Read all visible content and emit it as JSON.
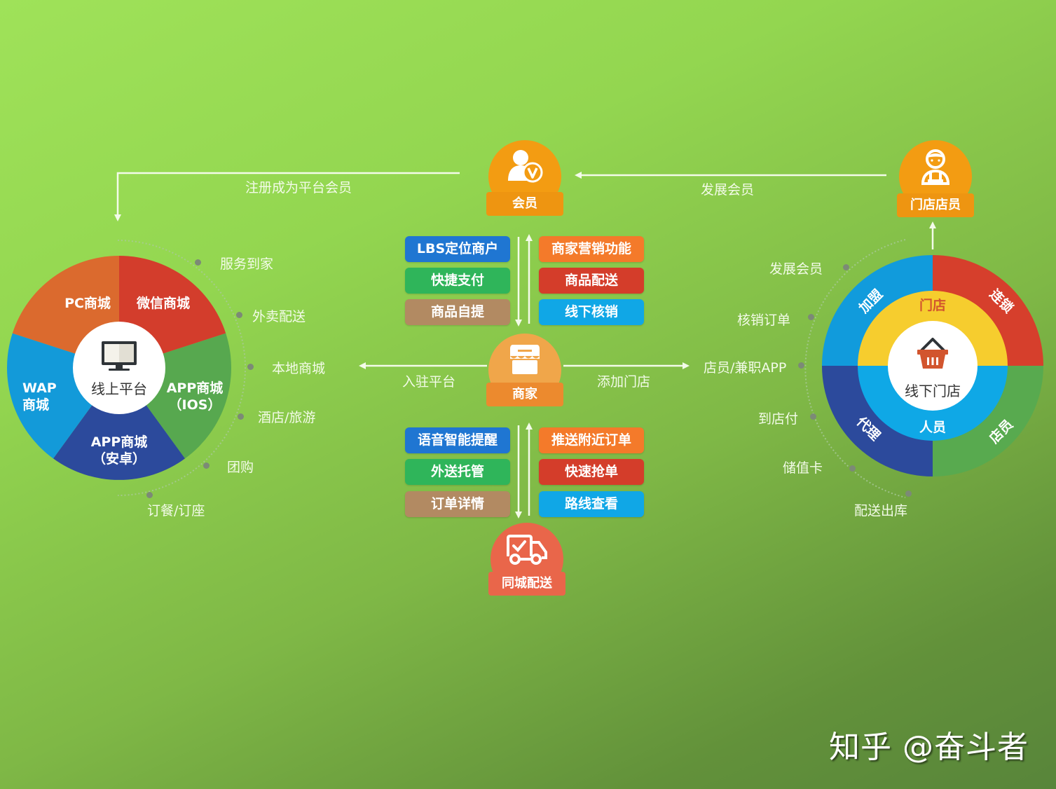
{
  "colors": {
    "background_start": "#9fe259",
    "background_end": "#58853a",
    "node_orange": "#f39c12",
    "node_orange_plate": "#ee9511",
    "merchant_dome": "#f0a64a",
    "merchant_plate": "#ec8a2e",
    "delivery_red": "#e9664a",
    "pill_blue": "#1f76d2",
    "pill_green": "#2fb55a",
    "pill_tan": "#b28a62",
    "pill_orange": "#f47a2a",
    "pill_red": "#d43d2a",
    "pill_cyan": "#10a7e6"
  },
  "nodes": {
    "member": {
      "label": "会员",
      "icon": "member-vip-icon"
    },
    "store_clerk": {
      "label": "门店店员",
      "icon": "clerk-person-icon"
    },
    "merchant": {
      "label": "商家",
      "icon": "storefront-icon"
    },
    "delivery": {
      "label": "同城配送",
      "icon": "delivery-truck-icon"
    }
  },
  "arrows": {
    "register": "注册成为平台会员",
    "develop_member_top": "发展会员",
    "join_platform": "入驻平台",
    "add_store": "添加门店"
  },
  "upper_features": {
    "left": [
      "LBS定位商户",
      "快捷支付",
      "商品自提"
    ],
    "right": [
      "商家营销功能",
      "商品配送",
      "线下核销"
    ]
  },
  "lower_features": {
    "left": [
      "语音智能提醒",
      "外送托管",
      "订单详情"
    ],
    "right": [
      "推送附近订单",
      "快速抢单",
      "路线查看"
    ]
  },
  "online_wheel": {
    "center": "线上平台",
    "center_icon": "monitor-icon",
    "segments": [
      {
        "label": "PC商城",
        "color": "#db6a2e"
      },
      {
        "label": "微信商城",
        "color": "#d33d2c"
      },
      {
        "label": "APP商城",
        "sub": "（IOS）",
        "color": "#57a84f"
      },
      {
        "label": "APP商城",
        "sub": "（安卓）",
        "color": "#2c4a9c"
      },
      {
        "label": "WAP",
        "sub": "商城",
        "color": "#139ad9"
      }
    ],
    "services": [
      "服务到家",
      "外卖配送",
      "本地商城",
      "酒店/旅游",
      "团购",
      "订餐/订座"
    ]
  },
  "offline_wheel": {
    "center": "线下门店",
    "center_icon": "shopping-basket-icon",
    "inner": [
      {
        "label": "门店",
        "color": "#f6cd2e"
      },
      {
        "label": "人员",
        "color": "#0fa8e6"
      }
    ],
    "outer": [
      {
        "label": "加盟",
        "color": "#119bdc"
      },
      {
        "label": "连锁",
        "color": "#d63f2c"
      },
      {
        "label": "代理",
        "color": "#2c4a9c"
      },
      {
        "label": "店员",
        "color": "#58aa4f"
      }
    ],
    "services": [
      "发展会员",
      "核销订单",
      "店员/兼职APP",
      "到店付",
      "储值卡",
      "配送出库"
    ]
  },
  "watermark": "知乎 @奋斗者"
}
